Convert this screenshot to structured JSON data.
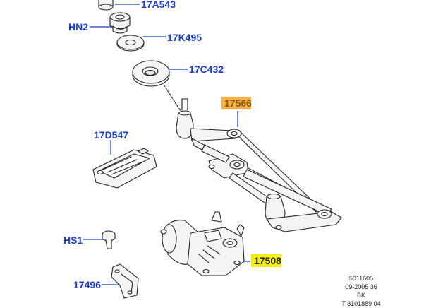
{
  "colors": {
    "callout_text": "#1a3ccc",
    "leader_line": "#1a3ccc",
    "highlight_orange": "#f7b24a",
    "highlight_yellow": "#f5ee00",
    "part_stroke": "#222222",
    "part_fill": "#f4f4f4"
  },
  "callouts": {
    "c17a543": "17A543",
    "hn2": "HN2",
    "c17k495": "17K495",
    "c17c432": "17C432",
    "c17566": "17566",
    "c17d547": "17D547",
    "hs1": "HS1",
    "c17508": "17508",
    "c17496": "17496"
  },
  "reference": {
    "line1": "5011605",
    "line2": "09-2005 36",
    "line3": "BK",
    "line4": "T 8101889 04"
  }
}
